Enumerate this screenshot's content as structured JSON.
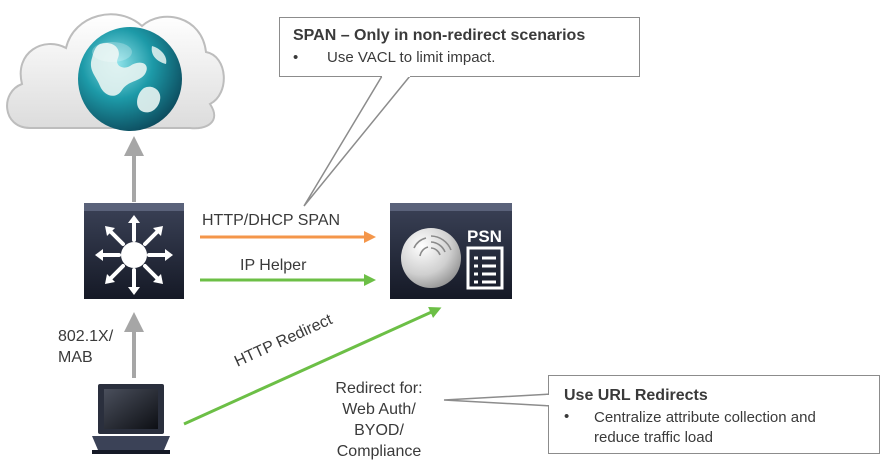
{
  "callouts": {
    "span": {
      "title": "SPAN – Only in non-redirect scenarios",
      "bullet": "•",
      "item": "Use VACL to limit impact."
    },
    "redirect": {
      "title": "Use URL Redirects",
      "bullet": "•",
      "item_line1": "Centralize attribute collection and",
      "item_line2": "reduce traffic load"
    }
  },
  "links": {
    "http_dhcp_span": "HTTP/DHCP SPAN",
    "ip_helper": "IP Helper",
    "http_redirect": "HTTP Redirect",
    "auth_line1": "802.1X/",
    "auth_line2": "MAB"
  },
  "redirect_for": {
    "line1": "Redirect for:",
    "line2": "Web Auth/",
    "line3": "BYOD/",
    "line4": "Compliance"
  },
  "psn": {
    "label": "PSN"
  },
  "icons": {
    "cloud": "cloud-internet-icon",
    "globe": "globe-icon",
    "switch": "layer3-switch-icon",
    "psn": "psn-server-icon",
    "laptop": "laptop-icon"
  },
  "colors": {
    "span_arrow": "#f4964a",
    "helper_arrow": "#6cbf46",
    "redirect_arrow": "#6cbf46",
    "uplink_arrow": "#a6a6a6",
    "device_dark": "#1f2433"
  }
}
